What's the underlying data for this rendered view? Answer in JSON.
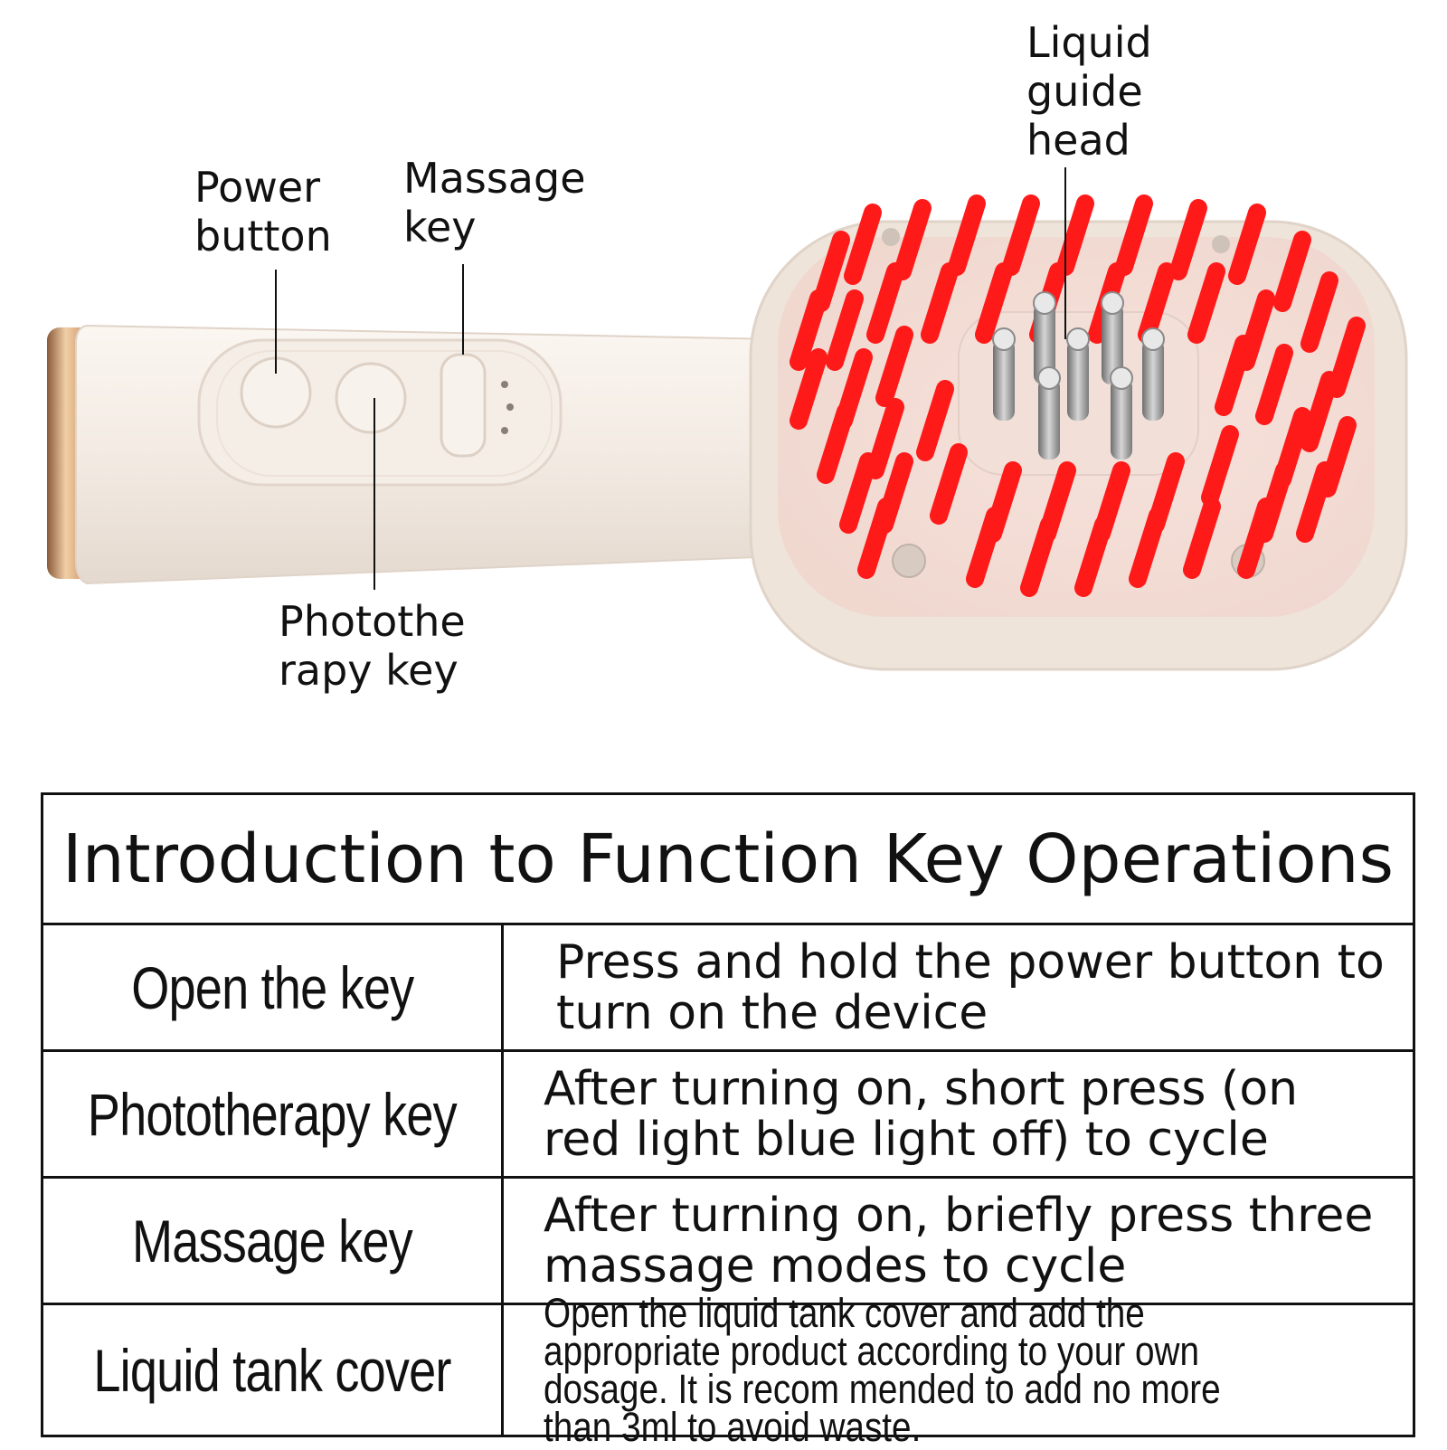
{
  "callouts": {
    "power_button": [
      "Power",
      "button"
    ],
    "massage_key": [
      "Massage",
      "key"
    ],
    "phototherapy_key": [
      "Photothe",
      "rapy key"
    ],
    "liquid_guide_head": [
      "Liquid",
      "guide",
      "head"
    ]
  },
  "table": {
    "title": "Introduction to Function Key Operations",
    "rows": [
      {
        "key": "Open the key",
        "description": "Press and hold the power button to turn on the device"
      },
      {
        "key": "Phototherapy key",
        "description": "After turning on, short press (on red light blue light off) to cycle"
      },
      {
        "key": "Massage key",
        "description": "After turning on, briefly press three massage modes to cycle"
      },
      {
        "key": "Liquid tank cover",
        "description": "Open the liquid tank cover and add the appropriate product according to your own dosage. It is recom mended to add no more than 3ml to avoid waste."
      }
    ]
  },
  "colors": {
    "bristle_red": "#ff1a1a",
    "body_cream": "#f3ebe3",
    "gold_cap": "#d9a77a",
    "pin_metal": "#9a9a9a"
  }
}
